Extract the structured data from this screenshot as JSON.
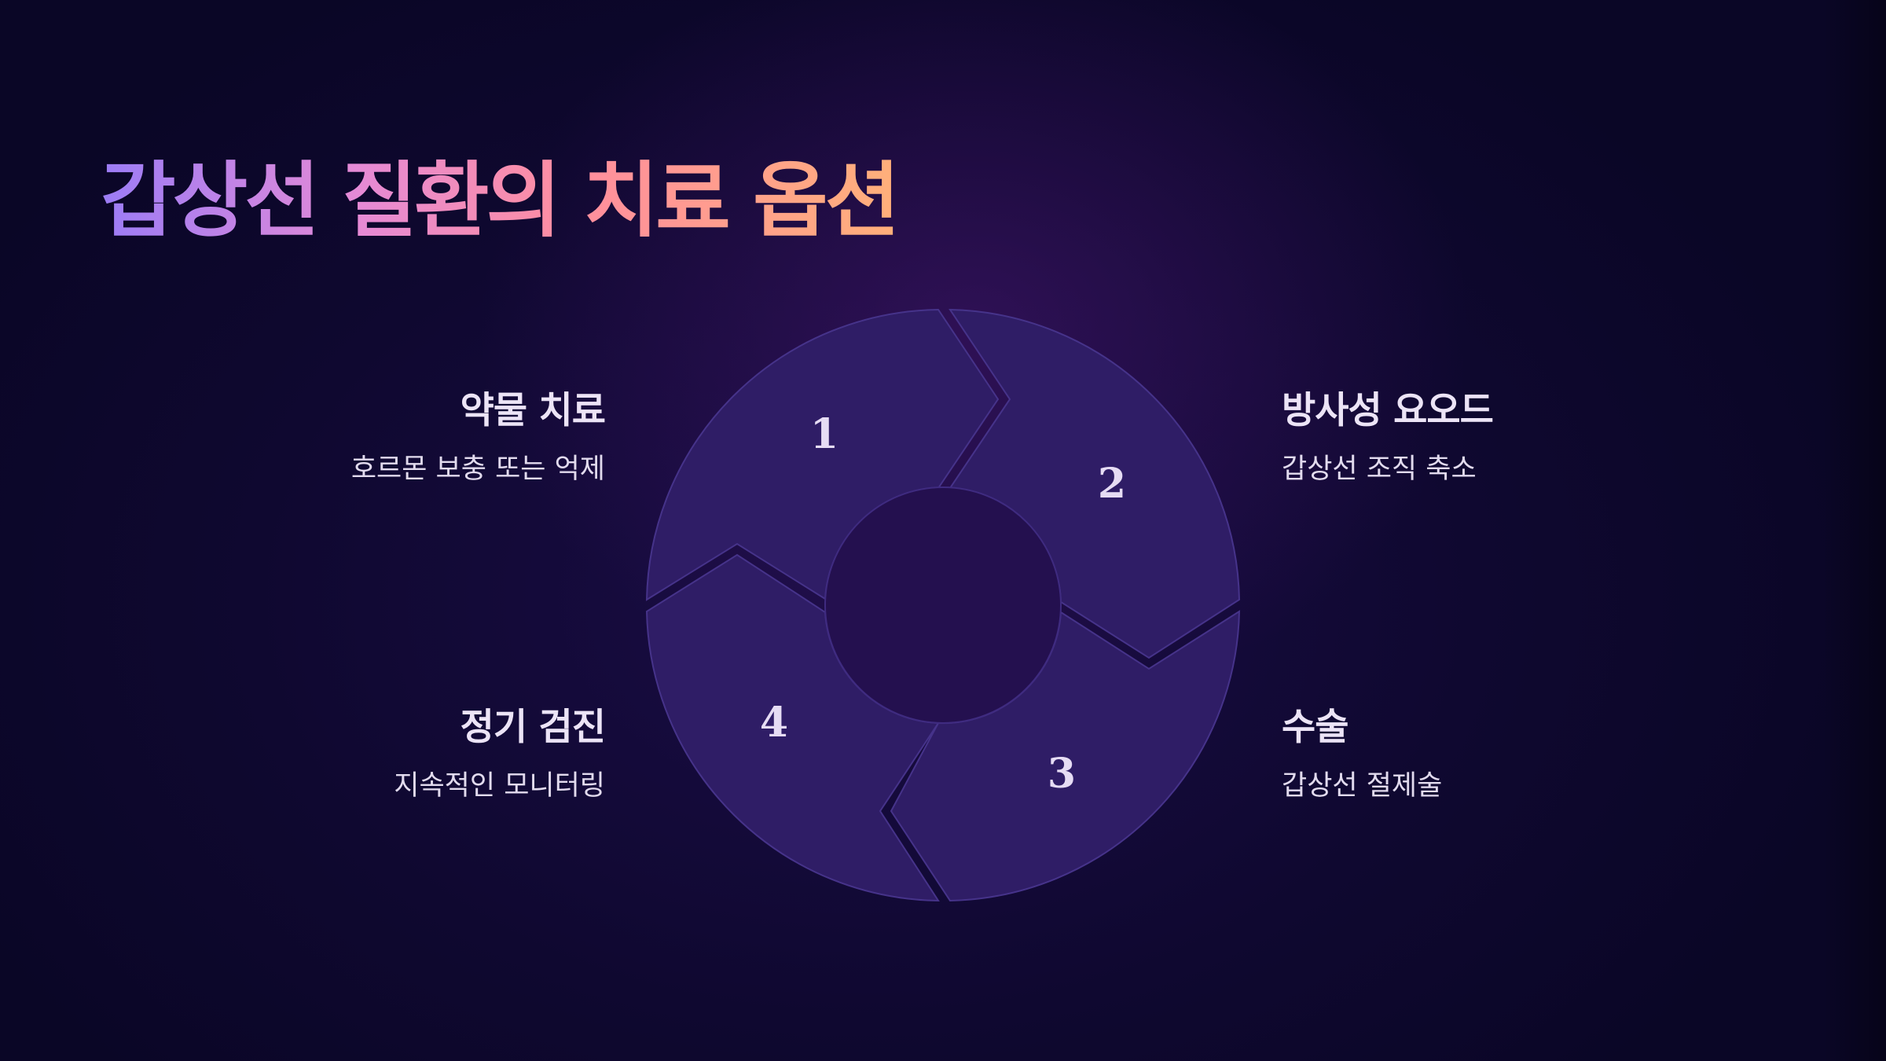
{
  "title": "갑상선 질환의 치료 옵션",
  "steps": [
    {
      "number": "1",
      "title": "약물 치료",
      "description": "호르몬 보충 또는 억제"
    },
    {
      "number": "2",
      "title": "방사성 요오드",
      "description": "갑상선 조직 축소"
    },
    {
      "number": "3",
      "title": "수술",
      "description": "갑상선 절제술"
    },
    {
      "number": "4",
      "title": "정기 검진",
      "description": "지속적인 모니터링"
    }
  ],
  "colors": {
    "background": "#120a38",
    "segment_fill": "#2f1d66",
    "hub_fill": "#24104f",
    "title_gradient": [
      "#9b7cf6",
      "#e58ad6",
      "#ff8e9e",
      "#ffb07a"
    ]
  }
}
